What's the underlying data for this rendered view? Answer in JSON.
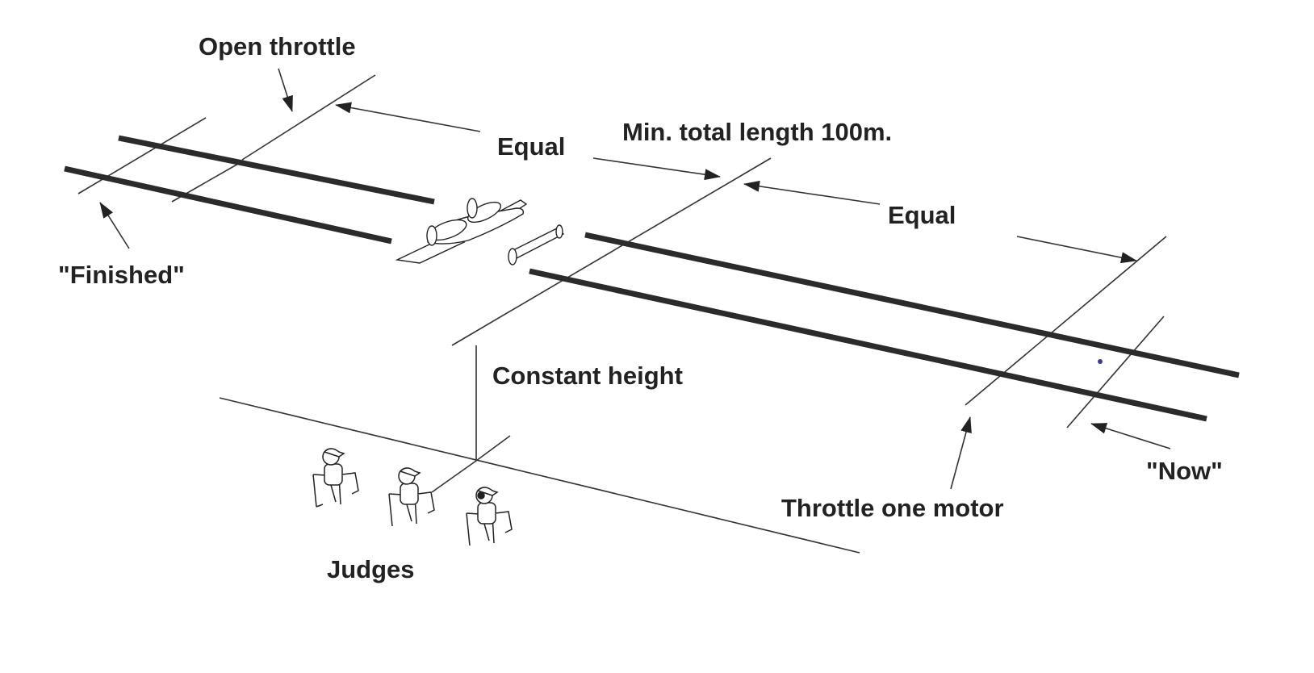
{
  "labels": {
    "open_throttle": "Open throttle",
    "min_total_length": "Min. total length 100m.",
    "equal_left": "Equal",
    "equal_right": "Equal",
    "finished": "\"Finished\"",
    "constant_height": "Constant height",
    "now": "\"Now\"",
    "throttle_one_motor": "Throttle one motor",
    "judges": "Judges"
  },
  "icons": {
    "airplane": "twin-engine-airplane-icon",
    "judge": "seated-judge-icon"
  },
  "colors": {
    "ink": "#222222",
    "background": "#ffffff"
  }
}
